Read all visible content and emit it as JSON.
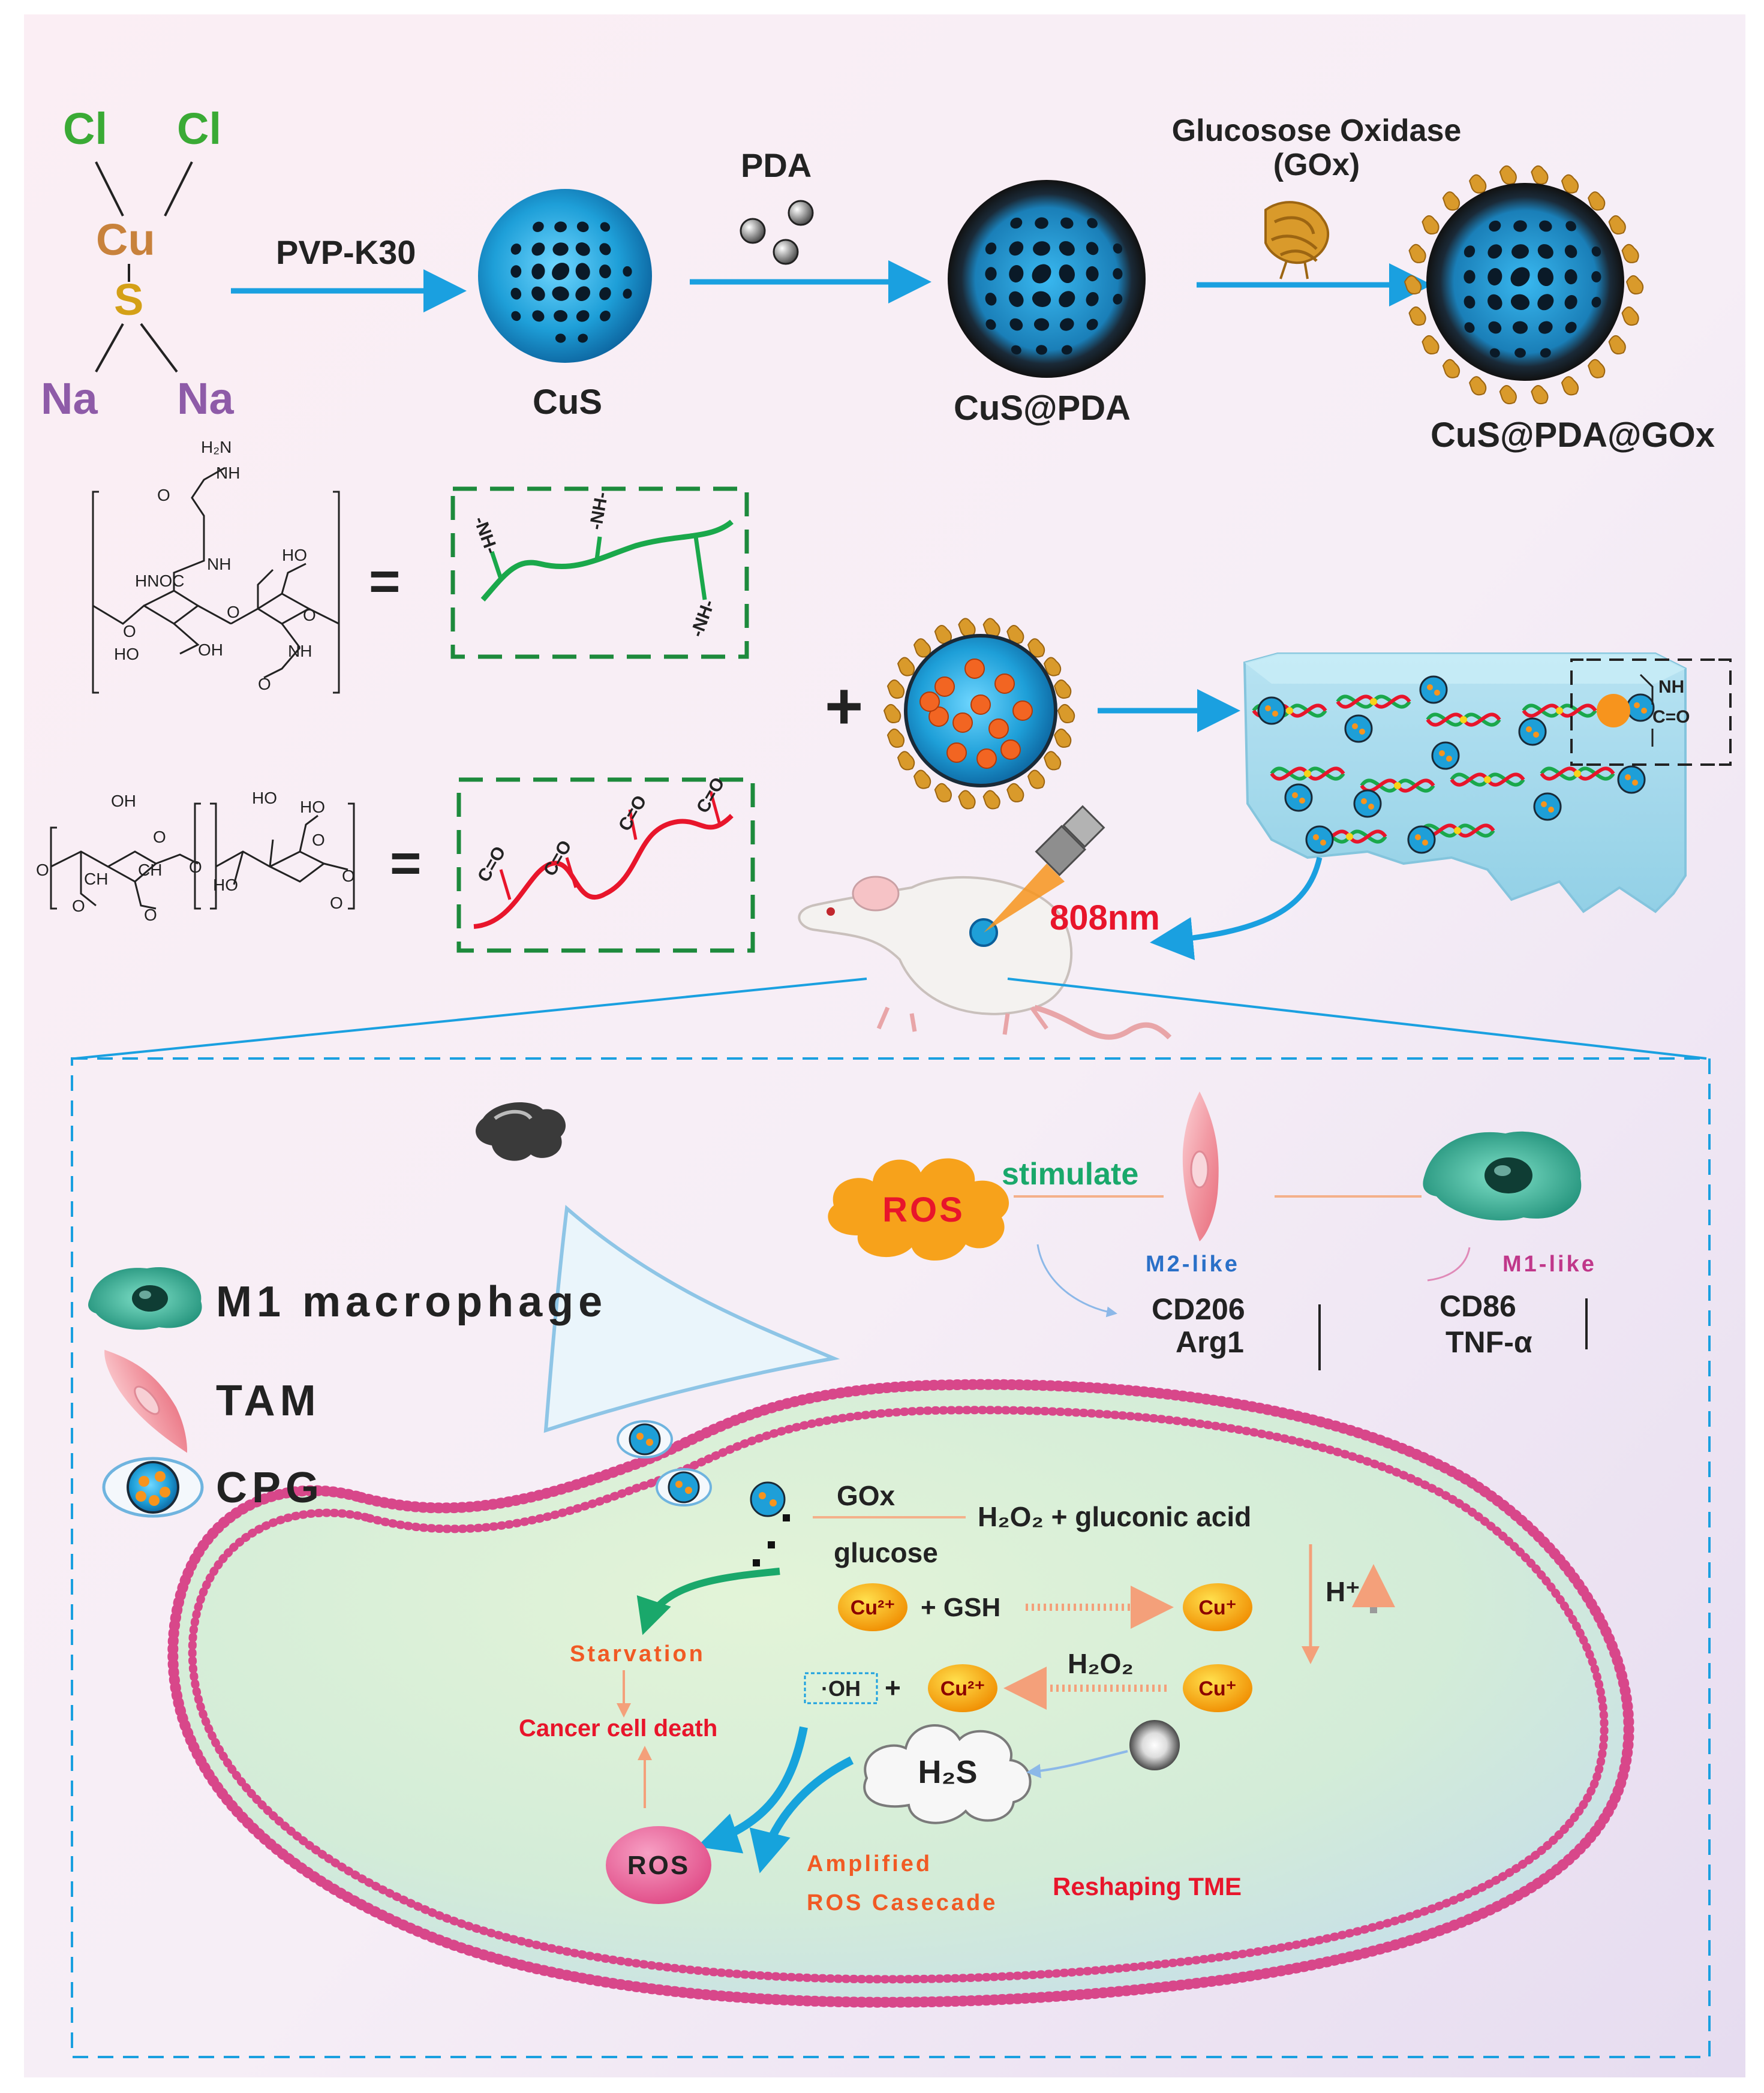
{
  "reagents": {
    "cl_left": "Cl",
    "cl_right": "Cl",
    "cu": "Cu",
    "s": "S",
    "na_left": "Na",
    "na_right": "Na"
  },
  "synthesis": {
    "step1_label": "PVP-K30",
    "step2_label": "PDA",
    "step3_label_line1": "Glucosose Oxidase",
    "step3_label_line2": "(GOx)",
    "product1": "CuS",
    "product2": "CuS@PDA",
    "product3": "CuS@PDA@GOx"
  },
  "polymers": {
    "equals": "=",
    "plus": "+",
    "nh_label": "-NH-",
    "co_label": "C=O",
    "crosslink_nh": "NH",
    "crosslink_co": "C=O",
    "chem_top": {
      "h2n": "H₂N",
      "nh1": "NH",
      "o1": "O",
      "nh2": "NH",
      "hnoc": "HNOC",
      "ho1": "HO",
      "o2": "O",
      "o3": "O",
      "ho2": "HO",
      "oh1": "OH",
      "nh3": "NH",
      "o4": "O",
      "o5": "O"
    },
    "chem_bottom": {
      "oh1": "OH",
      "ho1": "HO",
      "ho2": "HO",
      "o1": "O",
      "o2": "O",
      "o3": "O",
      "o4": "O",
      "o5": "O",
      "ho3": "HO",
      "ch1": "CH",
      "ch2": "CH",
      "o6": "O",
      "o7": "O",
      "o8": "O"
    }
  },
  "laser": {
    "label": "808nm"
  },
  "legend": {
    "m1": "M1 macrophage",
    "tam": "TAM",
    "cpg": "CPG"
  },
  "macrophage": {
    "ros": "ROS",
    "stimulate": "stimulate",
    "m2_label": "M2-like",
    "m1_label": "M1-like",
    "m2_marker1": "CD206",
    "m2_marker2": "Arg1",
    "m1_marker1": "CD86",
    "m1_marker2": "TNF-α"
  },
  "cell": {
    "gox": "GOx",
    "products": "H₂O₂ + gluconic acid",
    "glucose": "glucose",
    "cu2_a": "Cu²⁺",
    "gsh": "+ GSH",
    "cu1_a": "Cu⁺",
    "h_plus": "H⁺",
    "starvation": "Starvation",
    "h2o2": "H₂O₂",
    "oh_radical": "·OH",
    "plus": "+",
    "cu2_b": "Cu²⁺",
    "cu1_b": "Cu⁺",
    "death": "Cancer cell death",
    "h2s": "H₂S",
    "ros": "ROS",
    "amplified_line1": "Amplified",
    "amplified_line2": "ROS Casecade",
    "reshaping": "Reshaping TME"
  },
  "colors": {
    "arrow_blue": "#1aa0e0",
    "nano_blue": "#1e9fd8",
    "green_dash": "#1d8a3c",
    "red_text": "#e8152b",
    "orange_text": "#f15a24",
    "macrophage_green": "#2ca58d",
    "ros_orange": "#f7941d",
    "pink_ros": "#e6558a",
    "cu_yellow": "#f7b500"
  }
}
